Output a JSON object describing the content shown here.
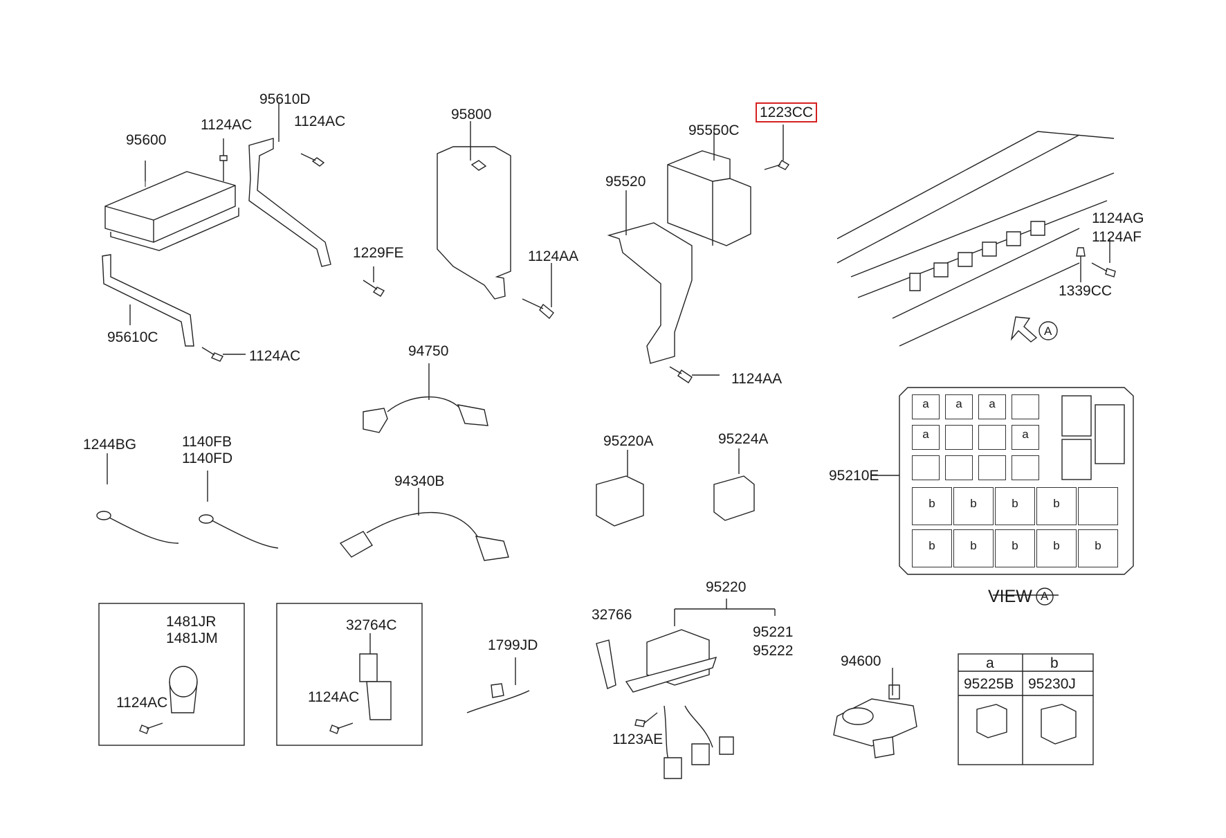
{
  "highlight_color": "#d62020",
  "labels": {
    "p95610D": "95610D",
    "p1124AC_a": "1124AC",
    "p1124AC_b": "1124AC",
    "p95600": "95600",
    "p95800": "95800",
    "p1223CC": "1223CC",
    "p95550C": "95550C",
    "p95520": "95520",
    "p1229FE": "1229FE",
    "p1124AA_a": "1124AA",
    "p95610C": "95610C",
    "p1124AC_c": "1124AC",
    "p1124AG": "1124AG",
    "p1124AF": "1124AF",
    "p1339CC": "1339CC",
    "p94750": "94750",
    "p1124AA_b": "1124AA",
    "p1244BG": "1244BG",
    "p1140FB": "1140FB",
    "p1140FD": "1140FD",
    "p94340B": "94340B",
    "p95220A": "95220A",
    "p95224A": "95224A",
    "p95210E": "95210E",
    "p95220": "95220",
    "p32766": "32766",
    "p95221": "95221",
    "p95222": "95222",
    "p1481JR": "1481JR",
    "p1481JM": "1481JM",
    "p32764C": "32764C",
    "p1799JD": "1799JD",
    "p1124AC_d": "1124AC",
    "p1124AC_e": "1124AC",
    "p1123AE": "1123AE",
    "p94600": "94600",
    "view_a": "VIEW",
    "view_a_circle": "A",
    "arrow_circle": "A"
  },
  "fuse_box": {
    "row1": [
      "a",
      "a",
      "a",
      "",
      ""
    ],
    "row2": [
      "a",
      "",
      "",
      "a"
    ],
    "row3": [
      "",
      "",
      "",
      ""
    ],
    "row4": [
      "b",
      "b",
      "b",
      "b",
      ""
    ],
    "row5": [
      "b",
      "b",
      "b",
      "b",
      "b"
    ]
  },
  "legend_table": {
    "headers": [
      "a",
      "b"
    ],
    "values": [
      "95225B",
      "95230J"
    ]
  }
}
